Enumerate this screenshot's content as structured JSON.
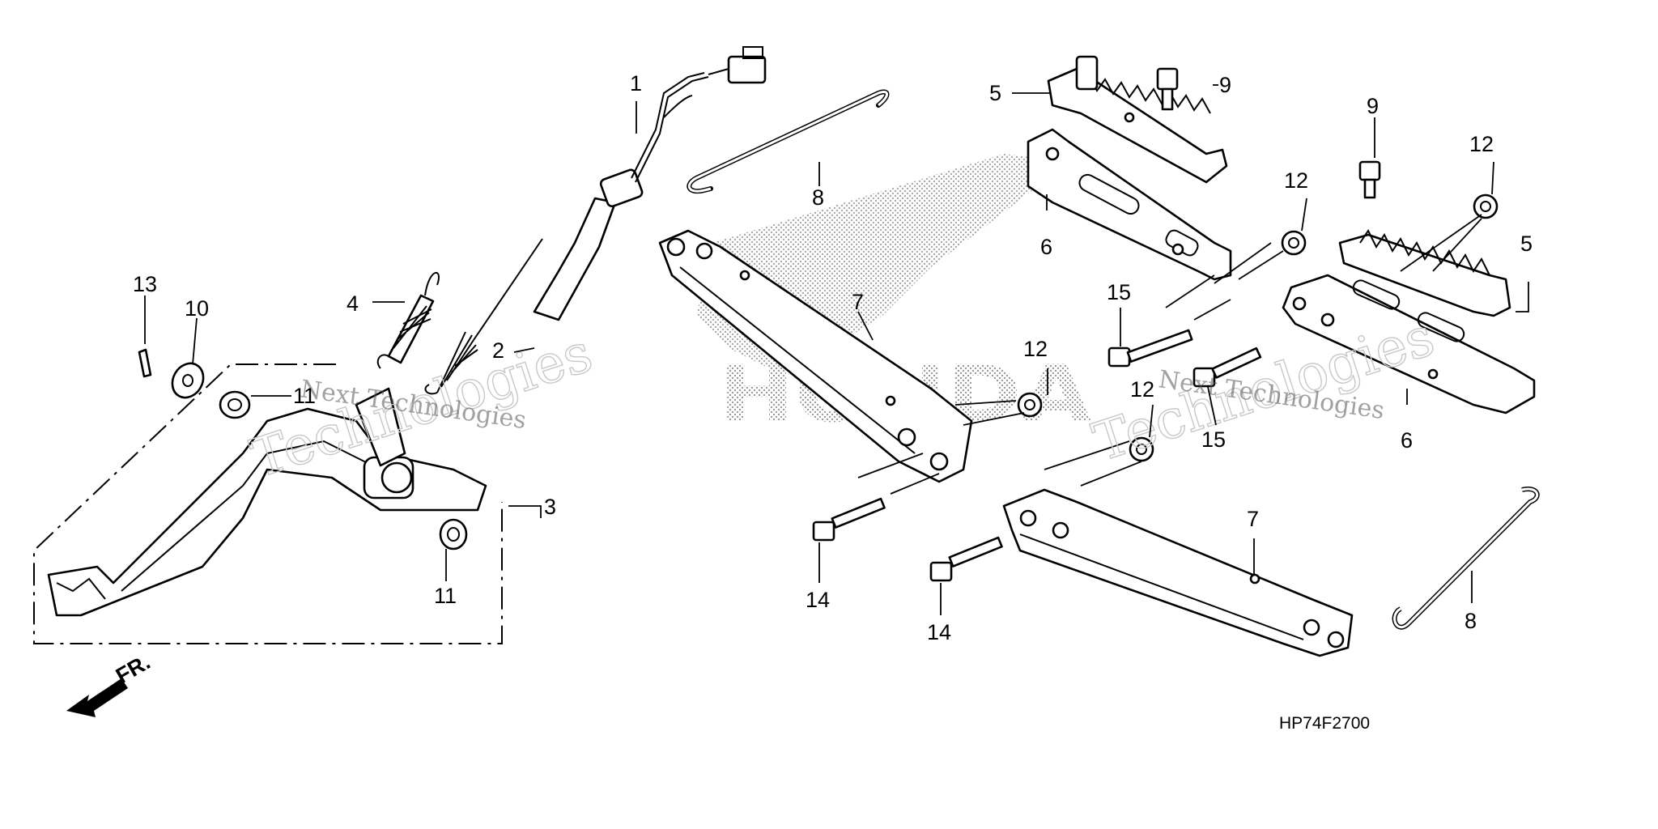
{
  "diagram_code": "HP74F2700",
  "front_indicator": "FR.",
  "watermark_primary": "Next Technologies",
  "watermark_secondary": "Technologies",
  "brand_backdrop": "HONDA",
  "callouts": {
    "c1": "1",
    "c2": "2",
    "c3": "3",
    "c4": "4",
    "c5a": "5",
    "c5b": "5",
    "c6a": "6",
    "c6b": "6",
    "c7a": "7",
    "c7b": "7",
    "c8a": "8",
    "c8b": "8",
    "c9a": "9",
    "c9b": "9",
    "c10": "10",
    "c11a": "11",
    "c11b": "11",
    "c12a": "12",
    "c12b": "12",
    "c12c": "12",
    "c12d": "12",
    "c13": "13",
    "c14a": "14",
    "c14b": "14",
    "c15a": "15",
    "c15b": "15"
  }
}
